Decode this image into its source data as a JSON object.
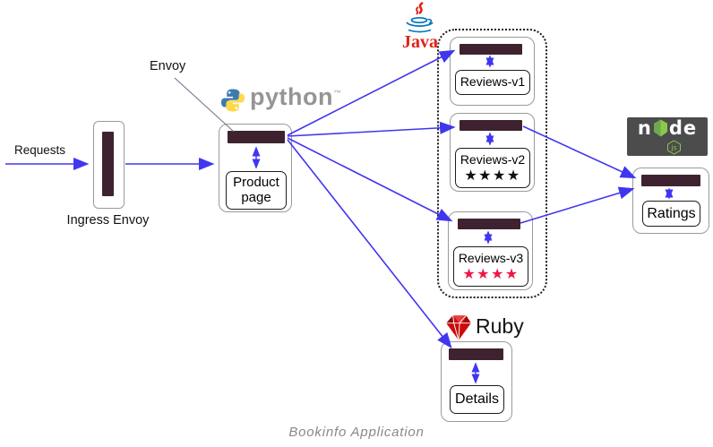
{
  "caption": "Bookinfo Application",
  "annotations": {
    "requests": "Requests",
    "envoy_pointer": "Envoy"
  },
  "nodes": {
    "ingress": {
      "label": "Ingress Envoy"
    },
    "product": {
      "label": "Product page"
    },
    "reviews_v1": {
      "label": "Reviews-v1"
    },
    "reviews_v2": {
      "label": "Reviews-v2",
      "stars": "★★★★",
      "stars_color": "#111111"
    },
    "reviews_v3": {
      "label": "Reviews-v3",
      "stars": "★★★★",
      "stars_color": "#ed1747"
    },
    "ratings": {
      "label": "Ratings"
    },
    "details": {
      "label": "Details"
    }
  },
  "logos": {
    "python": {
      "text": "python",
      "tm": "™"
    },
    "java": {
      "text": "Java"
    },
    "node": {
      "left": "n",
      "right": "de",
      "js": "js"
    },
    "ruby": {
      "text": "Ruby"
    }
  },
  "colors": {
    "arrow_blue": "#4136ef",
    "envoy_bar": "#3f2230",
    "node_badge_bg": "#4c4c4c",
    "node_green": "#8cc84b",
    "java_red": "#e2231a",
    "java_blue": "#0074bd",
    "ruby_red": "#cc0a0a",
    "python_blue": "#3c7bb2",
    "python_yellow": "#ffd94a",
    "caption_gray": "#898989"
  }
}
